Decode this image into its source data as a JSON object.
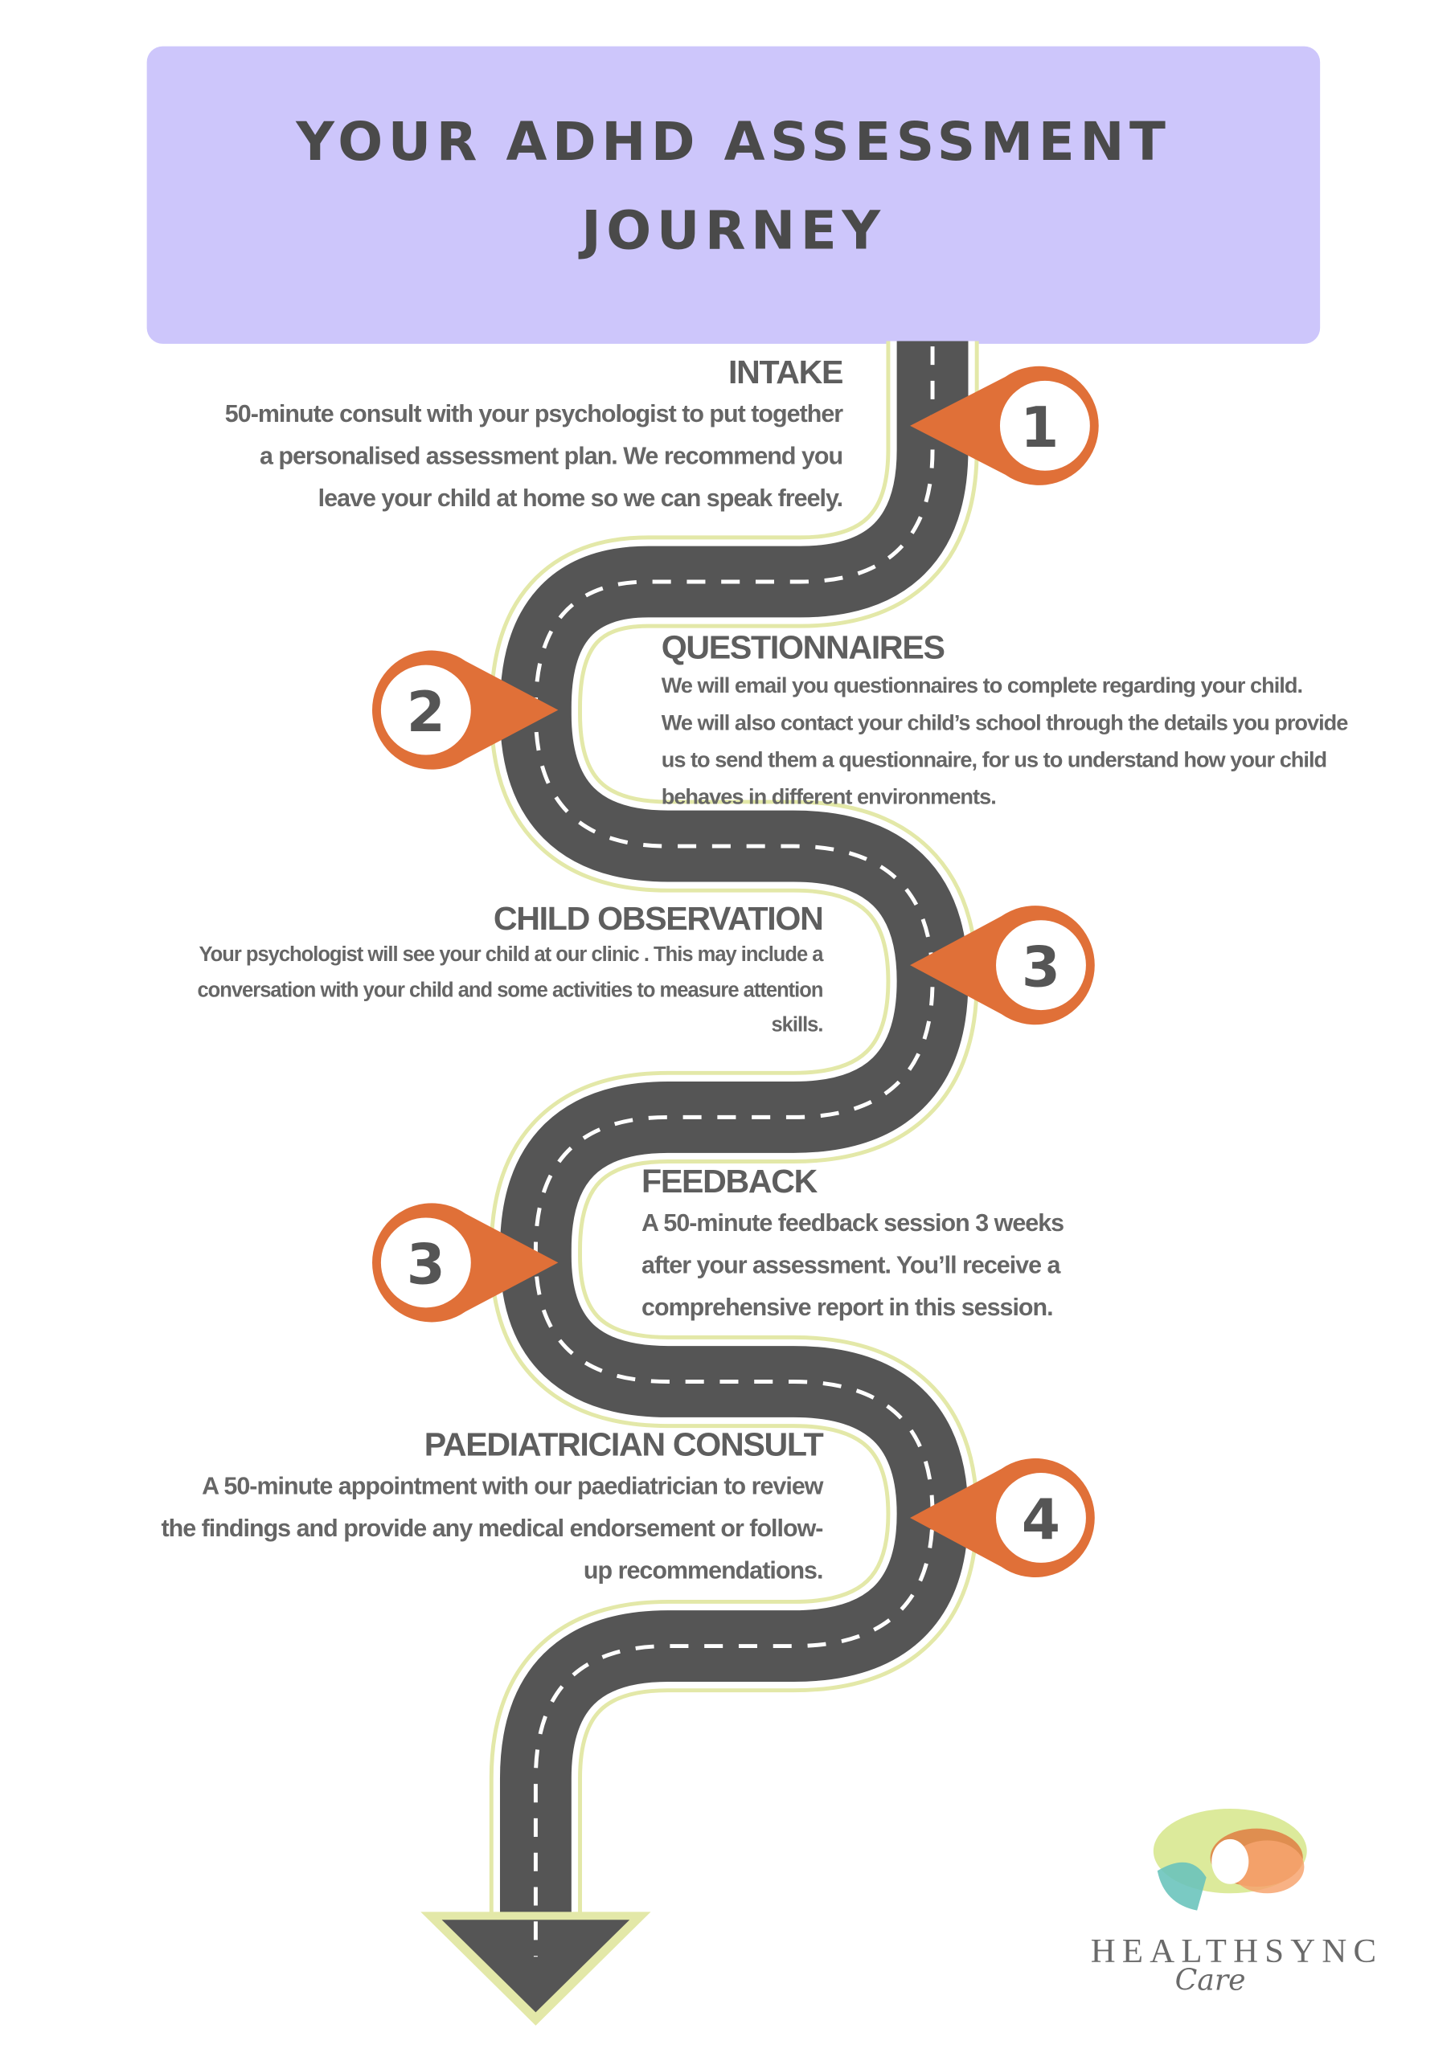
{
  "header": {
    "title_line1": "YOUR ADHD ASSESSMENT",
    "title_line2": "JOURNEY"
  },
  "colors": {
    "header_bg": "#cdc6fb",
    "road": "#555555",
    "road_edge": "#e3e8a8",
    "pin": "#e07038"
  },
  "steps": [
    {
      "number": "1",
      "title": "INTAKE",
      "lines": [
        "50-minute consult with your psychologist to put together",
        "a personalised assessment plan. We recommend you",
        "leave your child at home so we can speak freely."
      ]
    },
    {
      "number": "2",
      "title": "QUESTIONNAIRES",
      "lines": [
        "We will email you questionnaires to complete regarding your child.",
        "We will also contact your child’s school through the details you provide",
        "us to send them a questionnaire, for us to understand how your child",
        "behaves in different environments."
      ]
    },
    {
      "number": "3",
      "title": "CHILD OBSERVATION",
      "lines": [
        "Your psychologist will see your child at our clinic . This may include a",
        "conversation with your child and some activities to measure attention",
        "skills."
      ]
    },
    {
      "number": "3",
      "title": "FEEDBACK",
      "lines": [
        "A 50-minute feedback session 3 weeks",
        "after your assessment. You’ll receive a",
        "comprehensive report in this session."
      ]
    },
    {
      "number": "4",
      "title": "PAEDIATRICIAN CONSULT",
      "lines": [
        "A 50-minute appointment with our paediatrician to review",
        "the findings and provide any medical endorsement or follow-",
        "up recommendations."
      ]
    }
  ],
  "logo": {
    "name": "HEALTHSYNC",
    "sub": "Care"
  }
}
